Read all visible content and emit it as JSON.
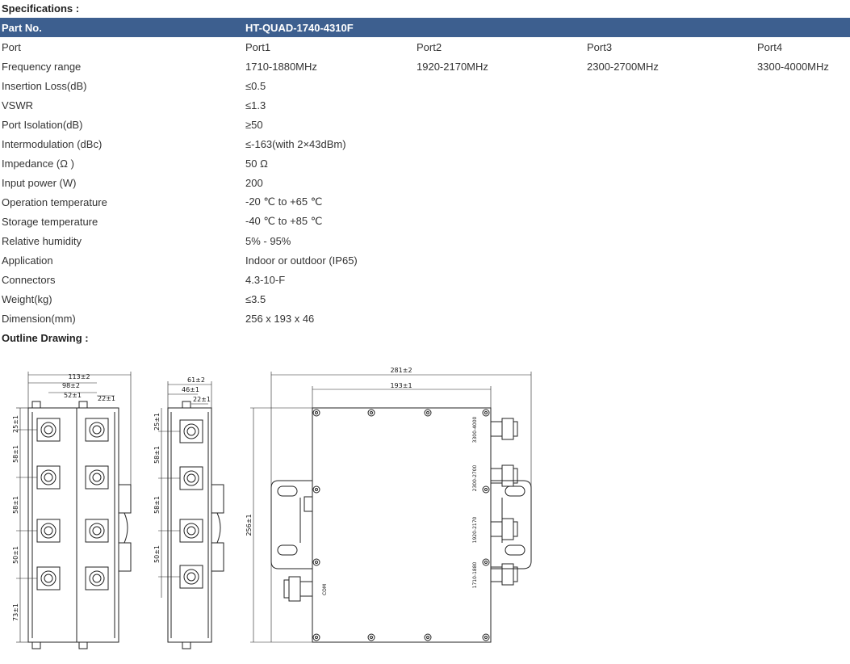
{
  "headings": {
    "specifications": "Specifications :",
    "outline": "Outline Drawing :"
  },
  "table": {
    "header": {
      "label": "Part No.",
      "value": "HT-QUAD-1740-4310F"
    },
    "port_row": {
      "label": "Port",
      "ports": [
        "Port1",
        "Port2",
        "Port3",
        "Port4"
      ]
    },
    "freq_row": {
      "label": "Frequency range",
      "values": [
        "1710-1880MHz",
        "1920-2170MHz",
        "2300-2700MHz",
        "3300-4000MHz"
      ]
    },
    "rows": [
      {
        "label": "Insertion Loss(dB)",
        "value": "≤0.5"
      },
      {
        "label": "VSWR",
        "value": "≤1.3"
      },
      {
        "label": "Port Isolation(dB)",
        "value": "≥50"
      },
      {
        "label": "Intermodulation (dBc)",
        "value": "≤-163(with 2×43dBm)"
      },
      {
        "label": "Impedance (Ω )",
        "value": "50 Ω"
      },
      {
        "label": "Input power (W)",
        "value": "200"
      },
      {
        "label": "Operation temperature",
        "value": "-20 ℃ to +65 ℃"
      },
      {
        "label": "Storage temperature",
        "value": "-40 ℃ to +85 ℃"
      },
      {
        "label": "Relative humidity",
        "value": "5% - 95%"
      },
      {
        "label": "Application",
        "value": "Indoor or outdoor (IP65)"
      },
      {
        "label": "Connectors",
        "value": "4.3-10-F"
      },
      {
        "label": "Weight(kg)",
        "value": "≤3.5"
      },
      {
        "label": "Dimension(mm)",
        "value": "256 x 193 x 46"
      }
    ]
  },
  "drawing": {
    "front": {
      "width_total": "113±2",
      "w2": "98±2",
      "w3": "52±1",
      "w4": "22±1",
      "h1": "25±1",
      "h2": "58±1",
      "h3": "58±1",
      "h4": "50±1",
      "h5": "73±1"
    },
    "side": {
      "width_total": "61±2",
      "w2": "46±1",
      "w3": "22±1",
      "h1": "25±1",
      "h2": "58±1",
      "h3": "58±1",
      "h4": "50±1"
    },
    "top": {
      "width_total": "281±2",
      "w2": "193±1",
      "height": "256±1",
      "port_labels": [
        "3300-4000",
        "2300-2700",
        "1920-2170",
        "1710-1880"
      ],
      "com_label": "COM"
    }
  }
}
